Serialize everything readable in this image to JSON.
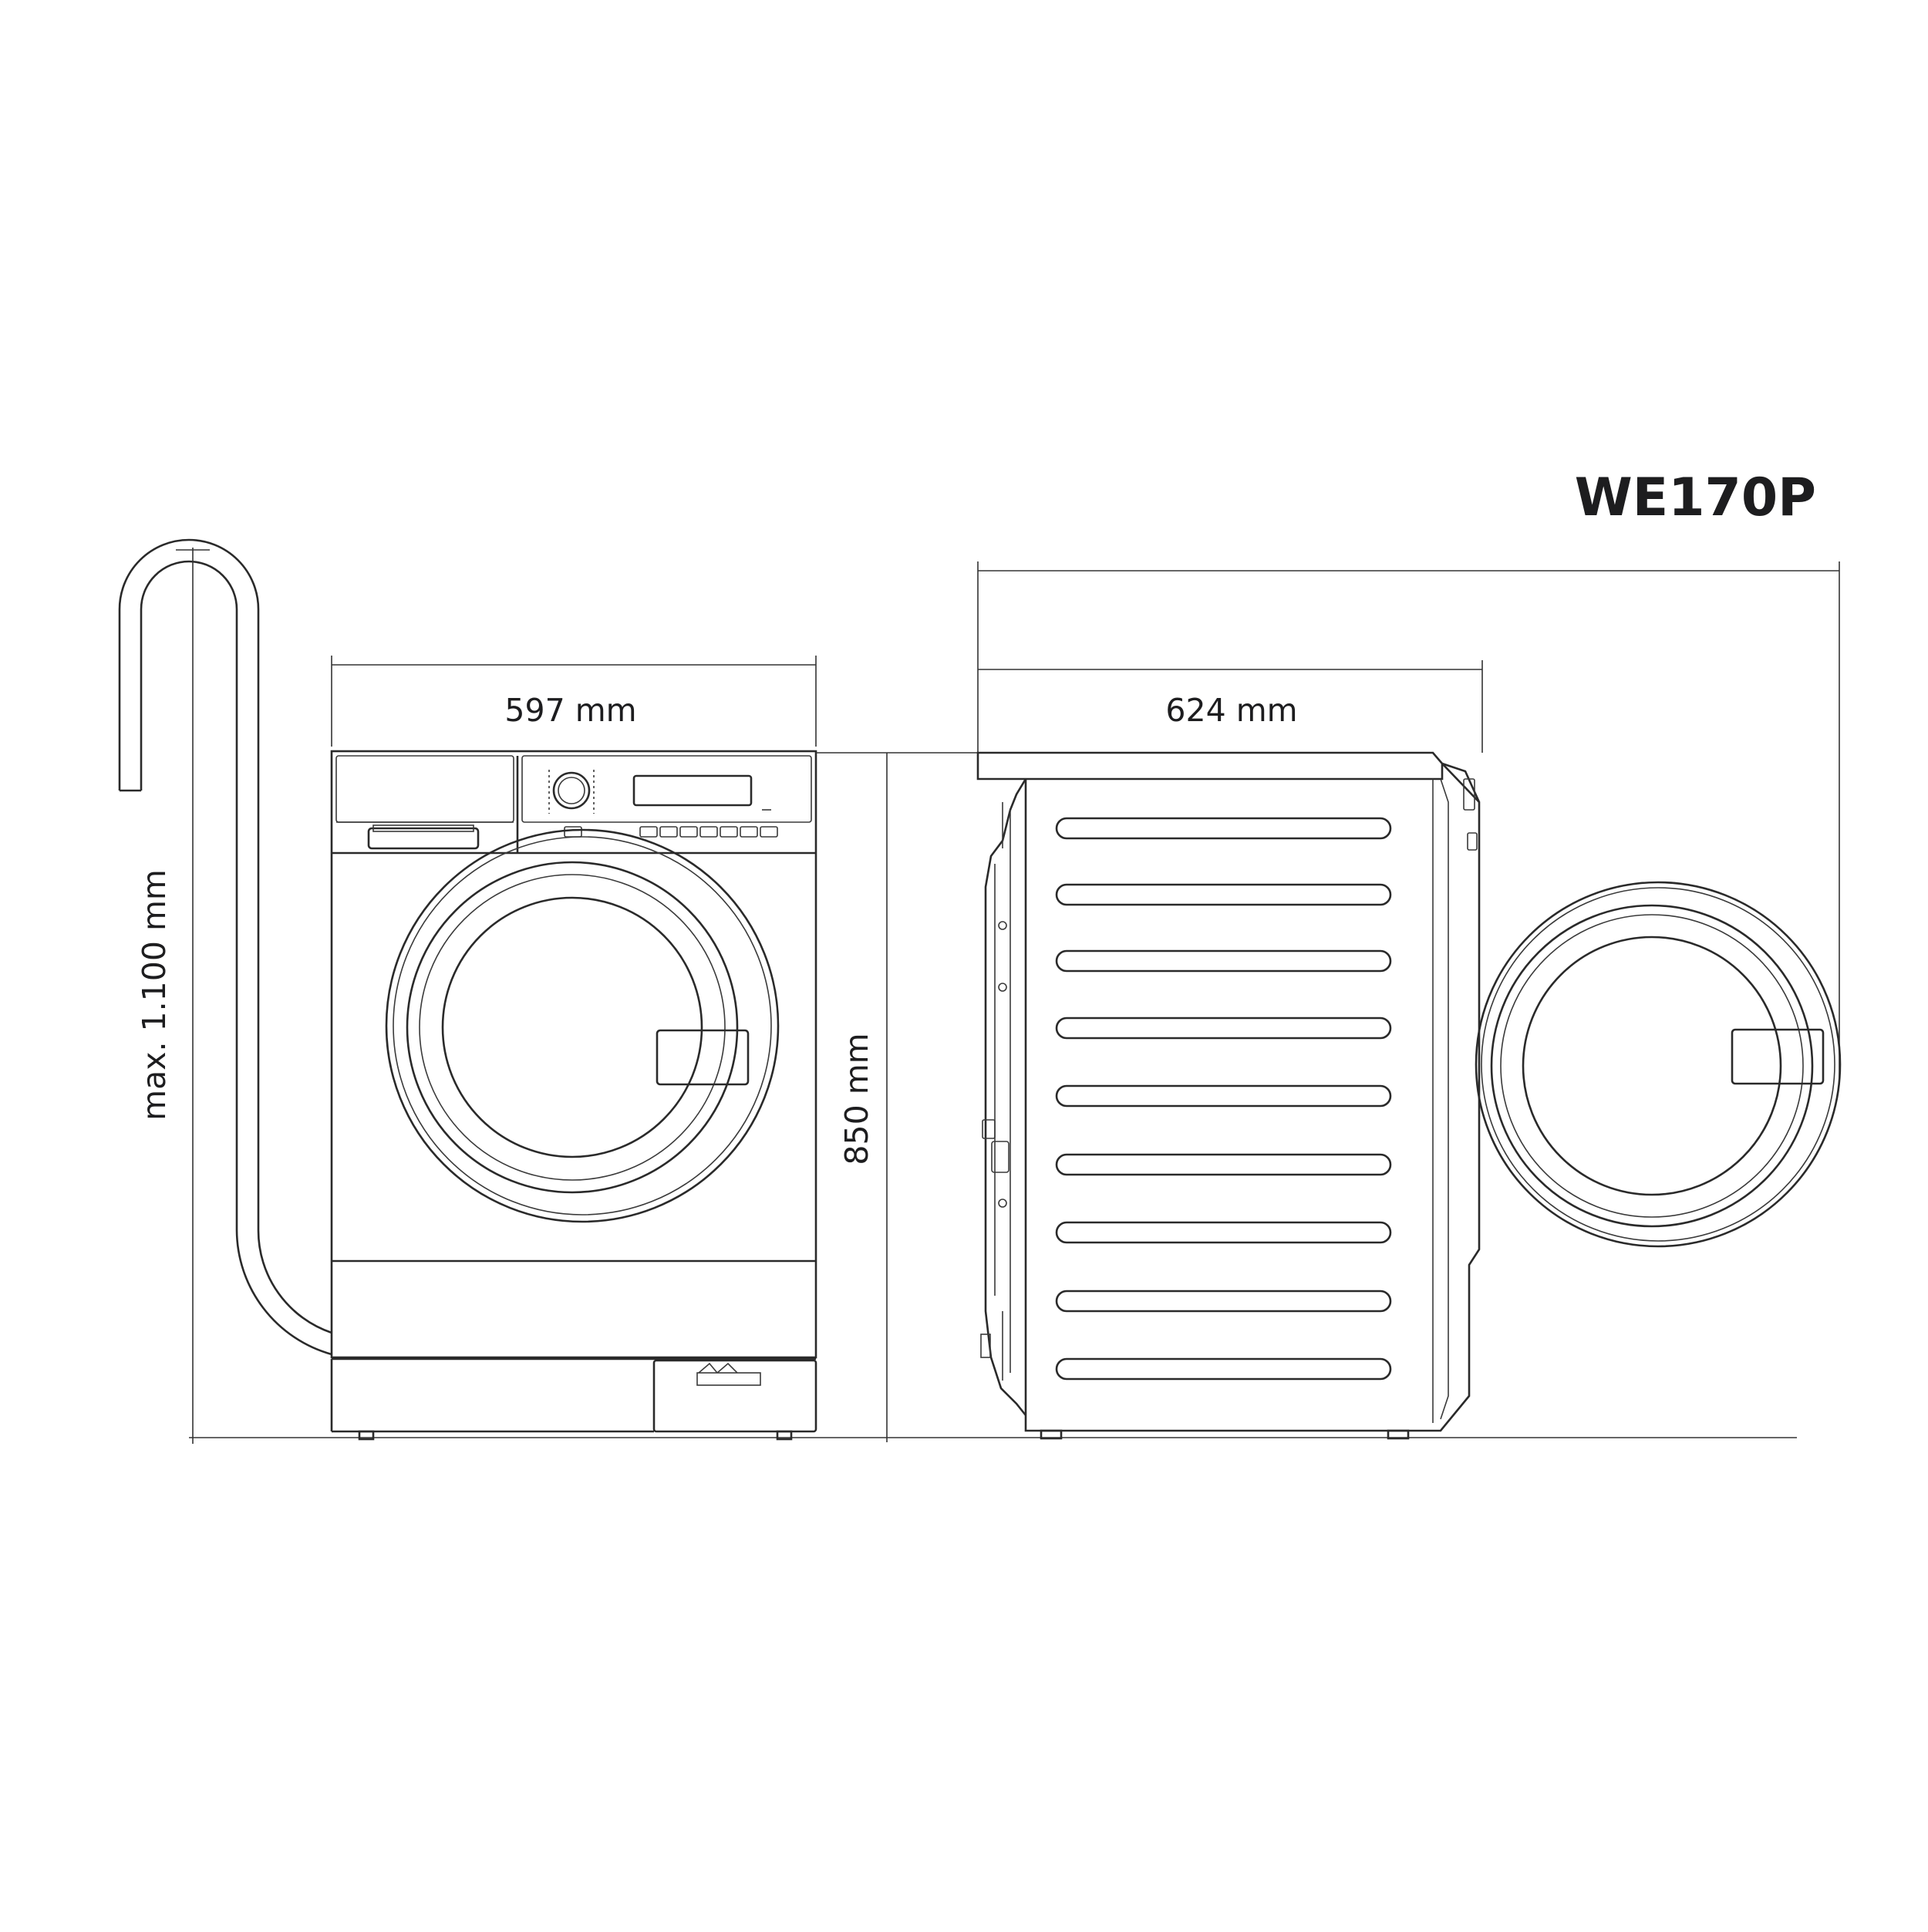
{
  "model": "WE170P",
  "dimensions": {
    "width": "597 mm",
    "depth": "624 mm",
    "height": "850 mm",
    "hose_height": "max. 1.100 mm"
  },
  "colors": {
    "line": "#2a2a2a",
    "text": "#1d1d1f",
    "background": "#ffffff"
  }
}
